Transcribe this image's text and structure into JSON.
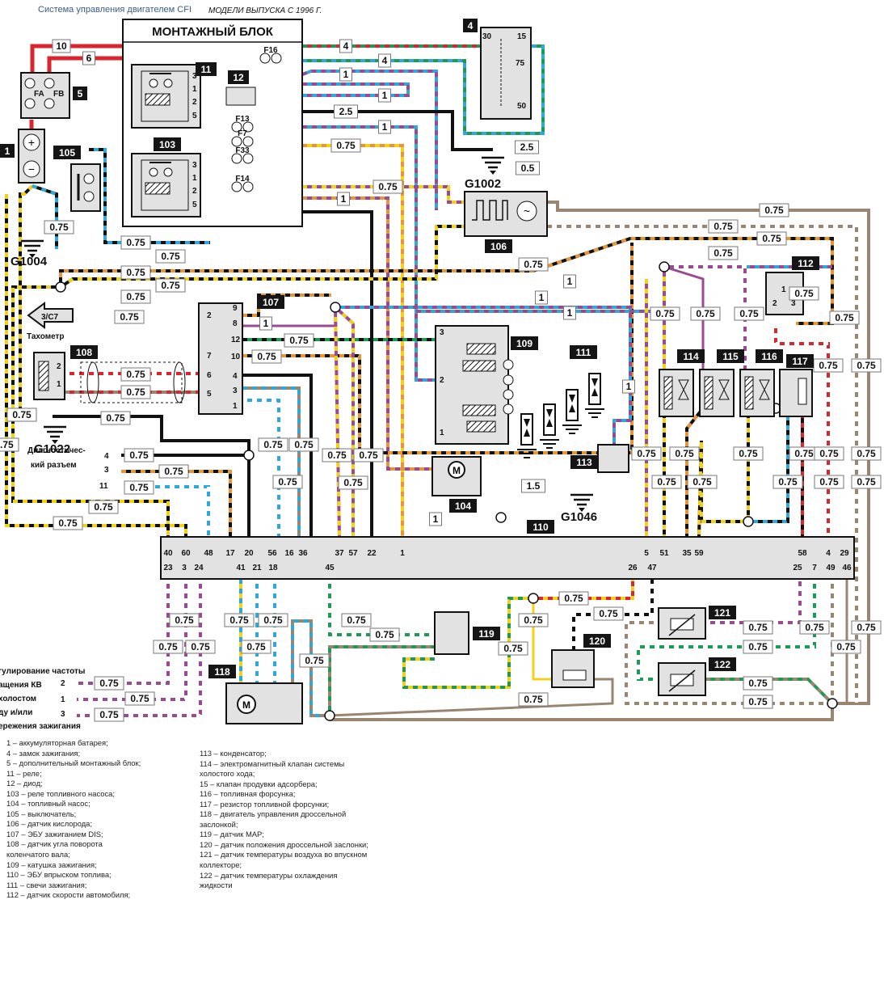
{
  "header": {
    "title": "Система управления двигателем CFI",
    "subtitle": "МОДЕЛИ ВЫПУСКА С 1996 Г."
  },
  "diagram": {
    "mounting_block_label": "МОНТАЖНЫЙ БЛОК",
    "components": {
      "c1": "1",
      "c4": "4",
      "c5": "5",
      "c11": "11",
      "c12": "12",
      "c103": "103",
      "c104": "104",
      "c105": "105",
      "c106": "106",
      "c107": "107",
      "c108": "108",
      "c109": "109",
      "c110": "110",
      "c111": "111",
      "c112": "112",
      "c113": "113",
      "c114": "114",
      "c115": "115",
      "c116": "116",
      "c117": "117",
      "c118": "118",
      "c119": "119",
      "c120": "120",
      "c121": "121",
      "c122": "122"
    },
    "fuses": [
      "F16",
      "F13",
      "F7",
      "F33",
      "F14"
    ],
    "fuse_block_5": [
      "FA",
      "FB"
    ],
    "grounds": [
      "G1004",
      "G1002",
      "G1022",
      "G1046"
    ],
    "ignition_switch_pins": [
      "30",
      "15",
      "75",
      "50"
    ],
    "relay_pins": [
      "3",
      "1",
      "2",
      "5"
    ],
    "dis_pins_left": [
      "2",
      "7",
      "6",
      "5"
    ],
    "dis_pins_right": [
      "9",
      "8",
      "12",
      "10",
      "4",
      "3",
      "1"
    ],
    "sensor_108_pins": [
      "2",
      "1"
    ],
    "sensor_112_pins": [
      "1",
      "2",
      "3"
    ],
    "coil_109_pins": [
      "3",
      "2",
      "1"
    ],
    "ecu_top_pins": [
      "40",
      "60",
      "48",
      "17",
      "20",
      "56",
      "16",
      "36",
      "37",
      "57",
      "22",
      "1",
      "5",
      "51",
      "35",
      "59",
      "58",
      "4",
      "29"
    ],
    "ecu_bottom_pins": [
      "23",
      "3",
      "24",
      "41",
      "21",
      "18",
      "45",
      "26",
      "47",
      "25",
      "7",
      "49",
      "46"
    ],
    "tacho_arrow": "3/С7",
    "tacho_label": "Тахометр",
    "diag_connector_label": [
      "Диагностичес-",
      "кий разъем"
    ],
    "diag_pins": [
      "4",
      "3",
      "11"
    ],
    "idle_label": [
      "гулирование частоты",
      "ащения КВ",
      "холостом",
      "ду и/или",
      "ережения  зажигания"
    ],
    "idle_pins": [
      "2",
      "1",
      "3"
    ],
    "motor_label": "M",
    "wire_sizes": {
      "w10": "10",
      "w6": "6",
      "w4a": "4",
      "w4b": "4",
      "w1": "1",
      "w25": "2.5",
      "w05": "0.5",
      "w075": "0.75",
      "w15": "1.5"
    }
  },
  "legend": {
    "left": [
      "1 – аккумуляторная батарея;",
      "4 – замок зажигания;",
      "5 – дополнительный монтажный блок;",
      "11 – реле;",
      "12 – диод;",
      "103 – реле топливного насоса;",
      "104 – топливный насос;",
      "105 – выключатель;",
      "106 – датчик кислорода;",
      "107 – ЭБУ зажиганием DIS;",
      "108 – датчик угла поворота",
      "коленчатого вала;",
      "109 – катушка зажигания;",
      "110 – ЭБУ впрыском топлива;",
      "111 – свечи зажигания;",
      "112 – датчик скорости автомобиля;"
    ],
    "right": [
      "113 – конденсатор;",
      "114 – электромагнитный клапан системы",
      "холостого хода;",
      "15 – клапан продувки адсорбера;",
      "116 – топливная форсунка;",
      "117 – резистор топливной форсунки;",
      "118 – двигатель управления дроссельной",
      "заслонкой;",
      "119 – датчик МАР;",
      "120 – датчик положения дроссельной заслонки;",
      "121 – датчик температуры воздуха во впускном",
      "коллекторе;",
      "122 – датчик температуры охлаждения",
      "жидкости"
    ]
  },
  "colors": {
    "red": "#d9262e",
    "black": "#111111",
    "blue": "#2ea7dd",
    "green": "#1f9a55",
    "violet": "#9b4a92",
    "yellow": "#f2d11b",
    "orange": "#e8953a",
    "brown": "#9a8670",
    "white": "#ffffff",
    "panel": "#e2e2e2"
  }
}
